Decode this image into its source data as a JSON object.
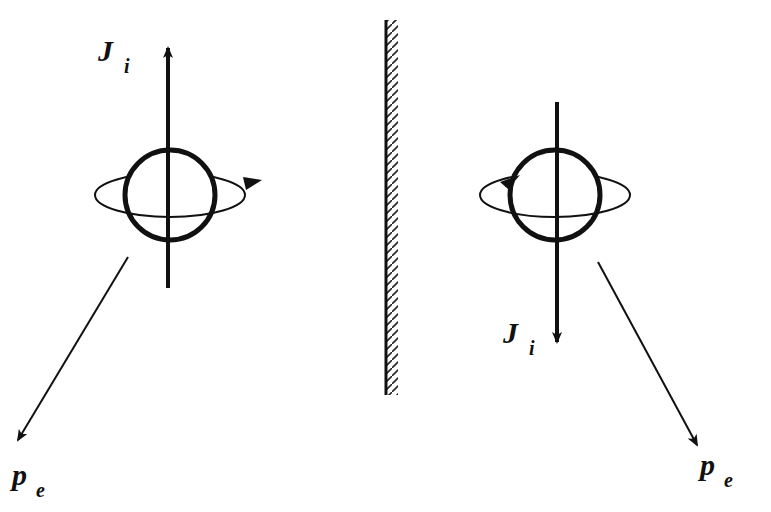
{
  "diagram": {
    "labels": [
      "J",
      "i",
      "p",
      "e",
      "J",
      "i",
      "p",
      "e"
    ]
  }
}
